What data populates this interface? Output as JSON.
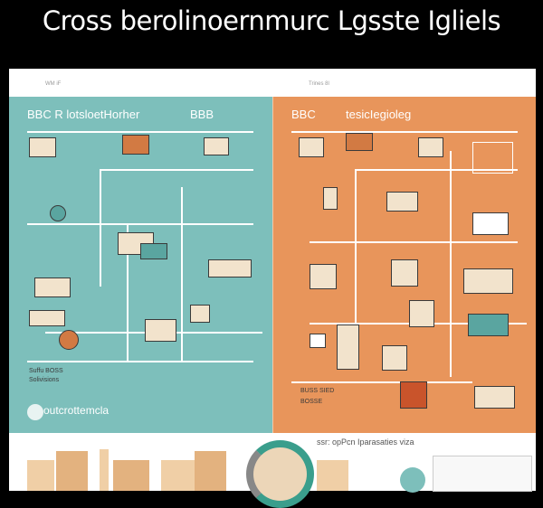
{
  "title": "Cross berolinoernmurc Lgsste Igliels",
  "left_panel": {
    "band_text": "WM iF",
    "header_left": "BBC R lotsloetHorher",
    "header_right": "BBB",
    "caption_1": "Suffu BOSS",
    "caption_2": "Solivisions",
    "footer_label": "outcrottemcla",
    "color": "#7dbfbb"
  },
  "right_panel": {
    "band_text": "Trines 8l",
    "header_left": "BBC",
    "header_right": "tesicIegioleg",
    "caption_1": "BUSS SIED",
    "caption_2": "BOSSE",
    "color": "#e8955b"
  },
  "bottom": {
    "caption": "ssr: opPcn Iparasaties viza"
  }
}
